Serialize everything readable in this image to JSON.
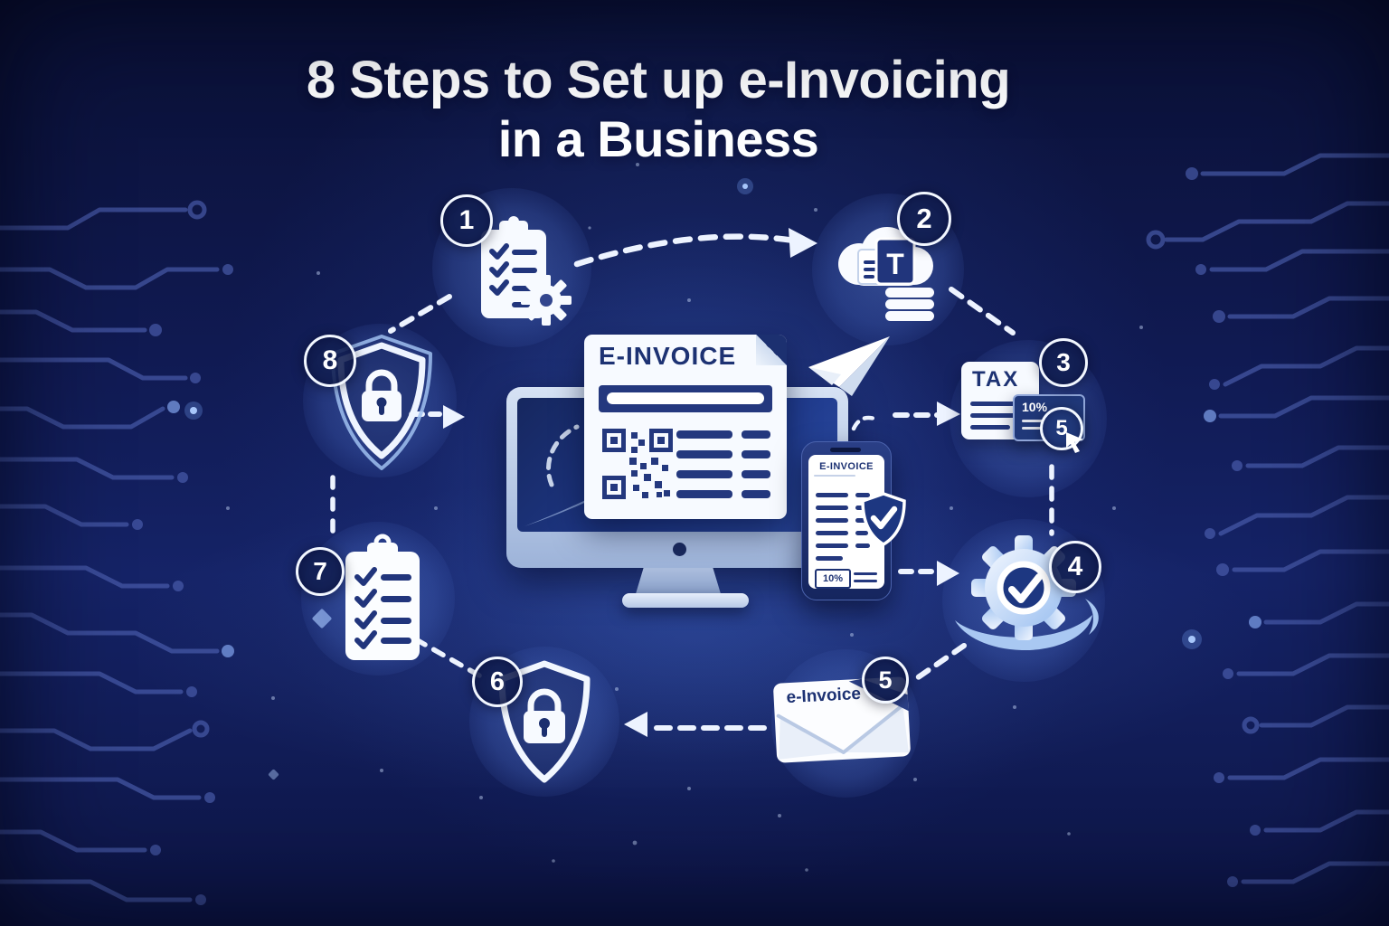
{
  "title": {
    "line1": "8 Steps to Set up e-Invoicing",
    "line2": "in a Business"
  },
  "monitor_document": {
    "title": "E-INVOICE"
  },
  "phone": {
    "title": "E-INVOICE",
    "rate": "10%"
  },
  "steps": [
    {
      "number": "1",
      "icon": "clipboard-checklist-gear-icon"
    },
    {
      "number": "2",
      "icon": "cloud-document-database-icon",
      "doc_letter": "T"
    },
    {
      "number": "3",
      "icon": "tax-document-icon",
      "label": "TAX",
      "card_text": "10%",
      "card_badge": "5"
    },
    {
      "number": "4",
      "icon": "gear-checkmark-hand-icon"
    },
    {
      "number": "5",
      "icon": "e-invoice-envelope-icon",
      "label": "e-Invoice"
    },
    {
      "number": "6",
      "icon": "shield-padlock-icon"
    },
    {
      "number": "7",
      "icon": "clipboard-checklist-icon"
    },
    {
      "number": "8",
      "icon": "shield-padlock-icon"
    }
  ],
  "colors": {
    "background_top": "#0a1035",
    "background_mid": "#152367",
    "accent_glow": "#2e4a9e",
    "icon_white": "#f7faff",
    "icon_navy": "#21357c",
    "dashed_arrow": "#edf3ff",
    "circuit_trace": "#4f63b4",
    "badge_fill": "#13235f",
    "light_blue": "#a9c8f2"
  }
}
